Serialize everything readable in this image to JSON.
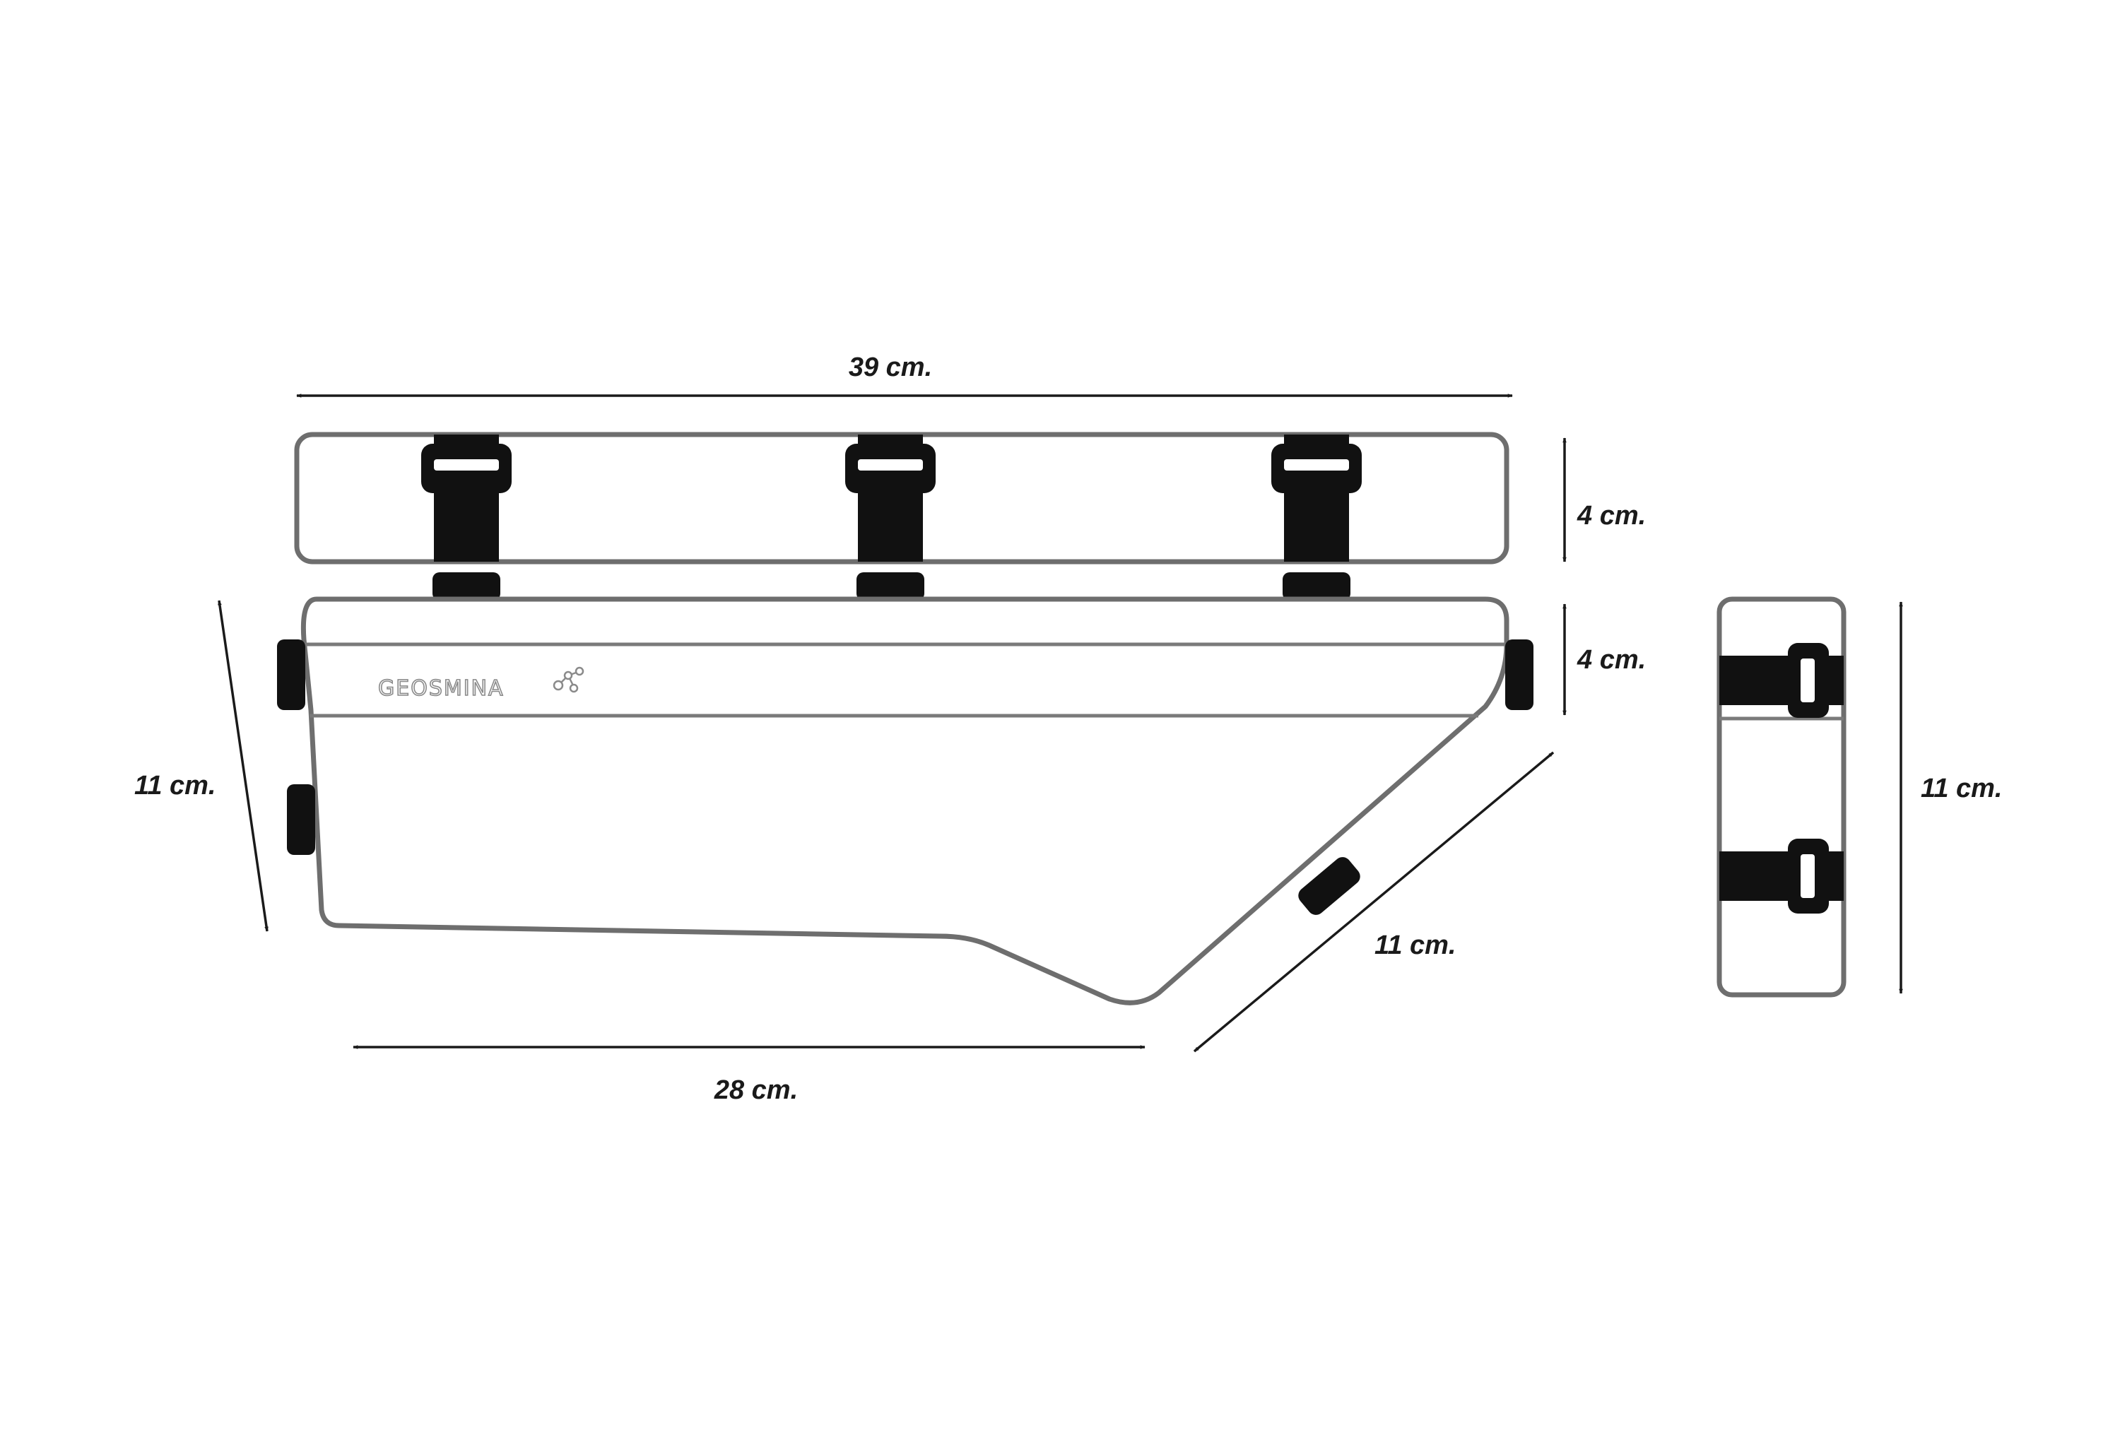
{
  "brand": {
    "logo_text": "GEOSMINA"
  },
  "dimensions": {
    "top_bag_length": "39 cm.",
    "top_bag_height": "4 cm.",
    "main_bag_top_height": "4 cm.",
    "main_bag_front_height": "11 cm.",
    "main_bag_bottom_length": "28 cm.",
    "main_bag_diagonal": "11 cm.",
    "side_view_height": "11 cm."
  },
  "colors": {
    "outline": "#6e6e6e",
    "strap": "#111111",
    "dimension_line": "#1a1a1a",
    "background": "#ffffff"
  }
}
